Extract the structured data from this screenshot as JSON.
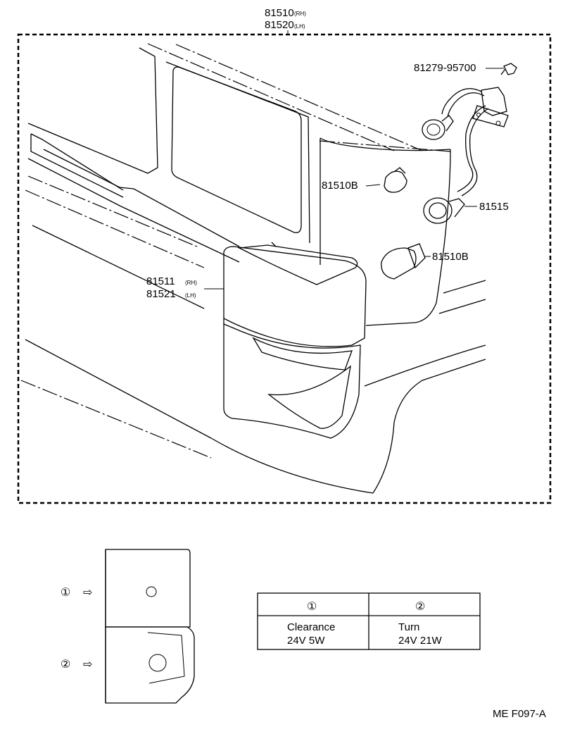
{
  "labels": {
    "assembly_rh": "81510",
    "assembly_rh_suffix": "(RH)",
    "assembly_lh": "81520",
    "assembly_lh_suffix": "(LH)",
    "screw": "81279-95700",
    "bulb_small": "81510B",
    "socket": "81515",
    "bulb_large": "81510B",
    "lens_rh": "81511",
    "lens_rh_suffix": "(RH)",
    "lens_lh": "81521",
    "lens_lh_suffix": "(LH)"
  },
  "detail": {
    "marker_1": "①",
    "marker_2": "②",
    "arrow_1": "⇨",
    "arrow_2": "⇨"
  },
  "bulb_table": {
    "columns": [
      {
        "header": "①",
        "line1": "Clearance",
        "line2": "24V 5W"
      },
      {
        "header": "②",
        "line1": "Turn",
        "line2": "24V 21W"
      }
    ]
  },
  "figure_code": "ME F097-A"
}
